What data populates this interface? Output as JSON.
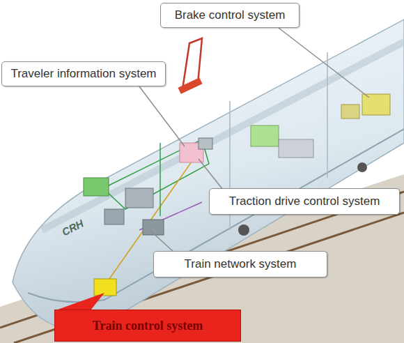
{
  "diagram": {
    "nodes": [
      {
        "text": [
          "Brake control system"
        ]
      },
      {
        "text": [
          "Traveler information system"
        ]
      },
      {
        "text": [
          "Traction drive control system"
        ]
      },
      {
        "text": [
          "Train network system"
        ]
      },
      {
        "text": [
          "Train control system"
        ]
      }
    ],
    "labels": [
      "CRH"
    ]
  }
}
